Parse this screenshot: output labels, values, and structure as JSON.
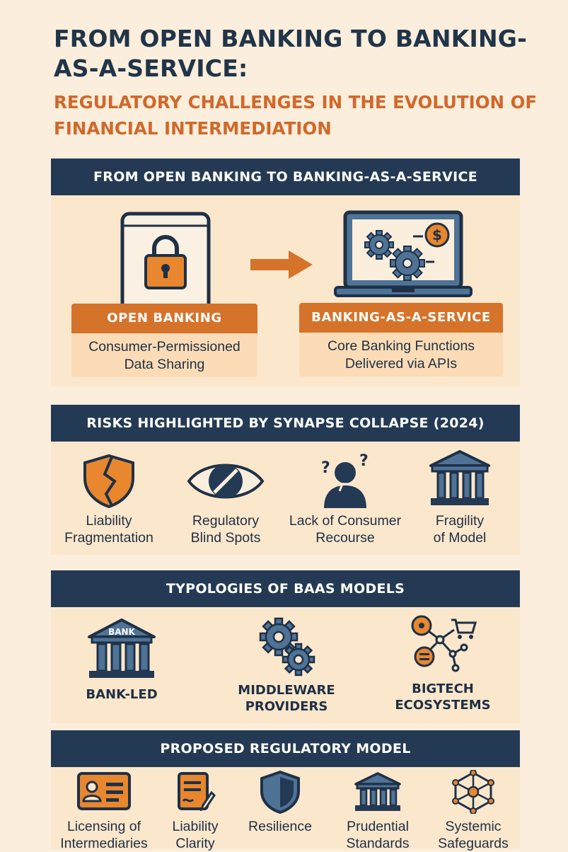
{
  "title": {
    "main": "FROM OPEN BANKING TO BANKING-AS-A-SERVICE:",
    "sub": "REGULATORY CHALLENGES IN THE EVOLUTION OF FINANCIAL INTERMEDIATION"
  },
  "section1": {
    "header": "FROM OPEN BANKING TO BANKING-AS-A-SERVICE",
    "open_banking": {
      "label": "OPEN BANKING",
      "line1": "Consumer-Permissioned",
      "line2": "Data Sharing"
    },
    "baas": {
      "label": "BANKING-AS-A-SERVICE",
      "line1": "Core Banking Functions",
      "line2": "Delivered via APIs"
    }
  },
  "section2": {
    "header": "RISKS HIGHLIGHTED BY SYNAPSE COLLAPSE (2024)",
    "items": [
      {
        "line1": "Liability",
        "line2": "Fragmentation",
        "icon": "broken-shield-icon"
      },
      {
        "line1": "Regulatory",
        "line2": "Blind Spots",
        "icon": "blind-eye-icon"
      },
      {
        "line1": "Lack of Consumer",
        "line2": "Recourse",
        "icon": "confused-person-icon"
      },
      {
        "line1": "Fragility",
        "line2": "of Model",
        "icon": "bank-building-icon"
      }
    ]
  },
  "section3": {
    "header": "TYPOLOGIES OF BAAS MODELS",
    "items": [
      {
        "line1": "BANK-LED",
        "line2": "",
        "icon": "bank-icon",
        "icon_text": "BANK"
      },
      {
        "line1": "MIDDLEWARE",
        "line2": "PROVIDERS",
        "icon": "gears-icon"
      },
      {
        "line1": "BIGTECH",
        "line2": "ECOSYSTEMS",
        "icon": "network-cart-icon"
      }
    ]
  },
  "section4": {
    "header": "PROPOSED REGULATORY MODEL",
    "items": [
      {
        "line1": "Licensing of",
        "line2": "Intermediaries",
        "icon": "id-card-icon"
      },
      {
        "line1": "Liability",
        "line2": "Clarity",
        "icon": "document-pen-icon"
      },
      {
        "line1": "Resilience",
        "line2": "",
        "icon": "shield-icon"
      },
      {
        "line1": "Prudential",
        "line2": "Standards",
        "icon": "institution-icon"
      },
      {
        "line1": "Systemic",
        "line2": "Safeguards",
        "icon": "network-node-icon"
      }
    ]
  },
  "colors": {
    "navy": "#243a54",
    "orange": "#d6732a",
    "background": "#fbeedc",
    "steel": "#4e7396"
  }
}
